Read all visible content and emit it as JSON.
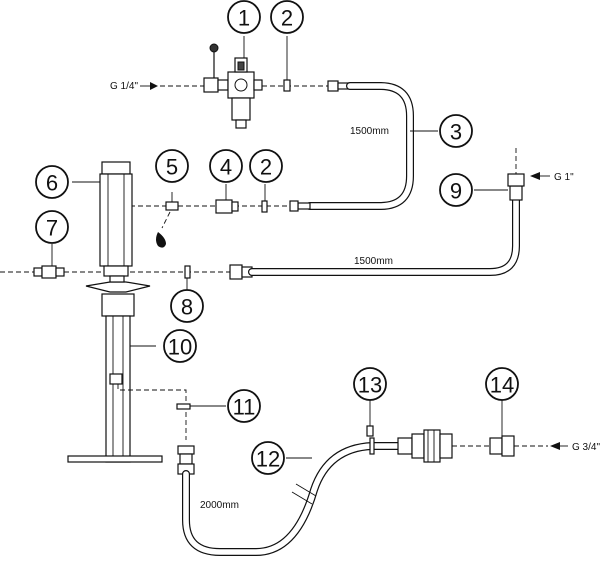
{
  "callouts": {
    "c1": "1",
    "c2a": "2",
    "c3": "3",
    "c4": "4",
    "c2b": "2",
    "c5": "5",
    "c6": "6",
    "c7": "7",
    "c8": "8",
    "c9": "9",
    "c10": "10",
    "c11": "11",
    "c12": "12",
    "c13": "13",
    "c14": "14"
  },
  "labels": {
    "air_inlet": "G 1/4\"",
    "hose_3_length": "1500mm",
    "outlet_thread": "G 1\"",
    "hose_9_length": "1500mm",
    "hose_12_length": "2000mm",
    "inlet_thread": "G 3/4\""
  },
  "colors": {
    "line": "#111111",
    "background": "#ffffff"
  }
}
